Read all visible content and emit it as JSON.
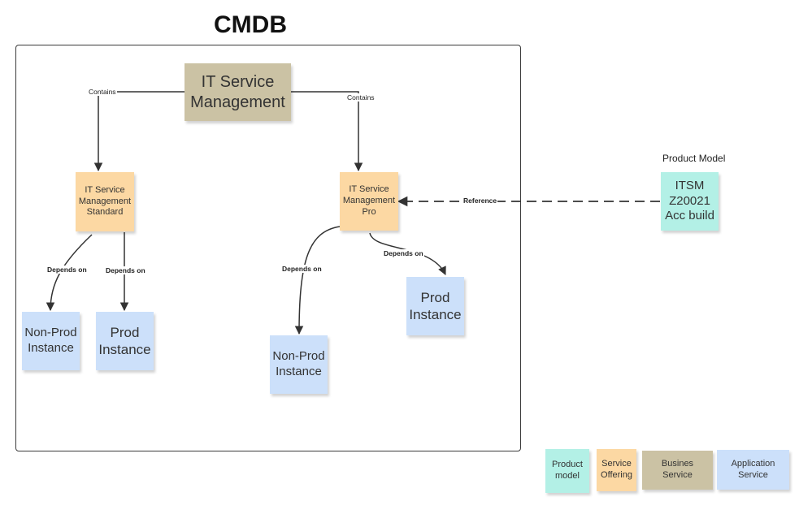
{
  "diagram": {
    "title": "CMDB",
    "nodes": {
      "itsm": "IT Service\nManagement",
      "std_offering": "IT Service\nManagement\nStandard",
      "pro_offering": "IT Service\nManagement\nPro",
      "std_nonprod": "Non-Prod\nInstance",
      "std_prod": "Prod\nInstance",
      "pro_nonprod": "Non-Prod\nInstance",
      "pro_prod": "Prod\nInstance",
      "product_model": "ITSM\nZ20021\nAcc build"
    },
    "product_model_heading": "Product Model",
    "edge_labels": {
      "contains_left": "Contains",
      "contains_right": "Contains",
      "std_depends_nonprod": "Depends on",
      "std_depends_prod": "Depends on",
      "pro_depends_nonprod": "Depends on",
      "pro_depends_prod": "Depends on",
      "reference": "Reference"
    },
    "legend": {
      "product_model": "Product\nmodel",
      "service_offering": "Service\nOffering",
      "business_service": "Busines\nService",
      "application_service": "Application\nService"
    },
    "colors": {
      "business_service": "#cbc2a4",
      "service_offering": "#fcd8a3",
      "application_service": "#cce0fa",
      "product_model": "#b3f0e6",
      "connector": "#333333"
    }
  }
}
